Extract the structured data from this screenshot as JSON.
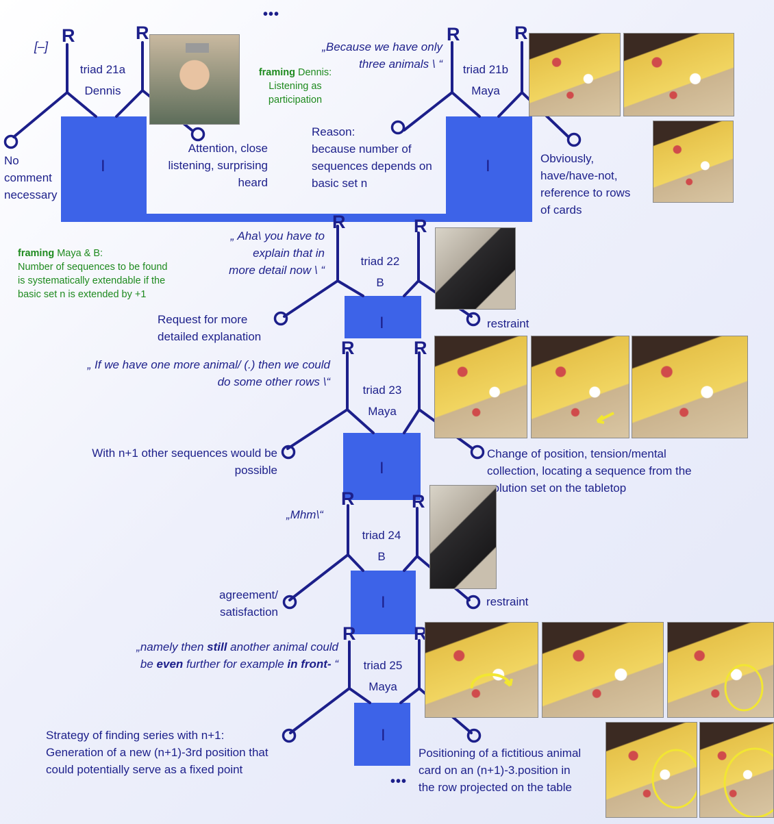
{
  "top_ellipsis": "•••",
  "bottom_ellipsis": "•••",
  "bracket": "[–]",
  "R": "R",
  "I": "I",
  "framing_word": "framing",
  "triad21a": {
    "name": "triad 21a",
    "speaker": "Dennis"
  },
  "triad21b": {
    "name": "triad 21b",
    "speaker": "Maya"
  },
  "triad22": {
    "name": "triad 22",
    "speaker": "B"
  },
  "triad23": {
    "name": "triad 23",
    "speaker": "Maya"
  },
  "triad24": {
    "name": "triad 24",
    "speaker": "B"
  },
  "triad25": {
    "name": "triad 25",
    "speaker": "Maya"
  },
  "left_21a": [
    "No",
    "comment",
    "necessary"
  ],
  "right_21a": [
    "Attention, close",
    "listening, surprising",
    "heard"
  ],
  "framing_dennis": {
    "rest": " Dennis:",
    "lines": [
      "Listening as",
      "participation"
    ]
  },
  "quote_21b": [
    "„Because we have only",
    "three animals \\ “"
  ],
  "left_21b": [
    "Reason:",
    "because number of",
    "sequences depends on",
    "basic set n"
  ],
  "right_21b": [
    "Obviously,",
    "have/have-not,",
    "reference to rows",
    "of cards"
  ],
  "framing_maya": {
    "rest": " Maya & B:",
    "lines": [
      "Number of sequences to be found",
      "is systematically extendable if the",
      "basic set n is extended by +1"
    ]
  },
  "quote_22": [
    "„ Aha\\ you have to",
    "explain that in",
    "more detail now \\ “"
  ],
  "left_22": [
    "Request for more",
    "detailed explanation"
  ],
  "right_22": "restraint",
  "quote_23": [
    "„ If we have one more animal/ (.) then we could",
    "do some other rows \\“"
  ],
  "left_23": [
    "With n+1 other sequences would be",
    "possible"
  ],
  "right_23": [
    "Change of position, tension/mental",
    "collection, locating a sequence from the",
    "solution set on the tabletop"
  ],
  "quote_24": "„Mhm\\“",
  "left_24": [
    "agreement/",
    "satisfaction"
  ],
  "right_24": "restraint",
  "quote_25": {
    "l1_a": "„namely then ",
    "l1_b": "still",
    "l1_c": " another animal could",
    "l2_a": "be ",
    "l2_b": "even",
    "l2_c": " further for example ",
    "l2_d": "in front-",
    "l2_e": " “"
  },
  "left_25": [
    "Strategy of finding series with n+1:",
    "Generation of a new (n+1)-3rd position that",
    "could potentially serve as a fixed point"
  ],
  "right_25": [
    "Positioning of a fictitious animal",
    "card on an (n+1)-3.position in",
    "the row projected on the table"
  ],
  "colors": {
    "line": "#1c1f8a",
    "box": "#3d63e8",
    "framing": "#1e8a1e",
    "highlight": "#f2e632"
  },
  "icons": {
    "node": "circle-node-icon"
  }
}
